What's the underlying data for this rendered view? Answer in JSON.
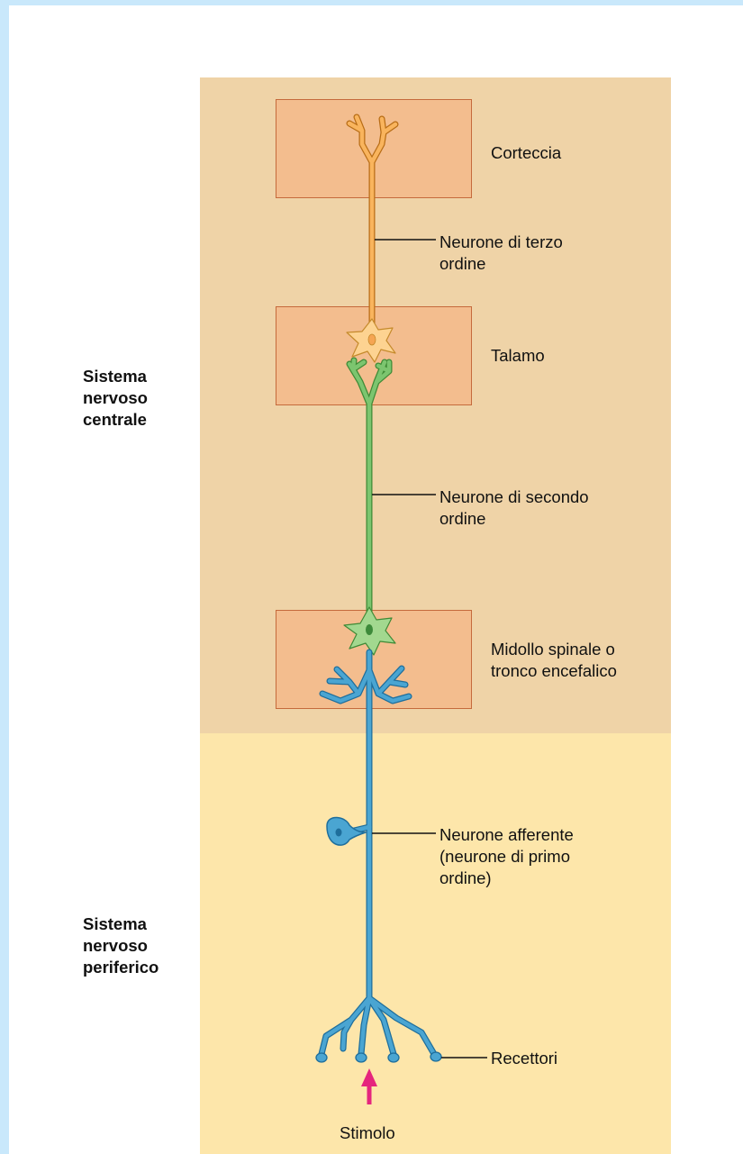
{
  "colors": {
    "page_border": "#c9e8fb",
    "cns_background": "#efd3a7",
    "pns_background": "#fde6aa",
    "region_box_fill": "#f3bd8e",
    "region_box_stroke": "#c56a3c",
    "third_order_neuron": "#f9b45d",
    "second_order_neuron": "#7cc56f",
    "first_order_neuron": "#4aa5d2",
    "stimulus_arrow": "#e5257d"
  },
  "sections": {
    "central": "Sistema\nnervoso\ncentrale",
    "peripheral": "Sistema\nnervoso\nperiferico"
  },
  "regions": {
    "cortex": "Corteccia",
    "thalamus": "Talamo",
    "spinal_cord": "Midollo spinale o\ntronco encefalico"
  },
  "neurons": {
    "third_order": "Neurone di terzo\nordine",
    "second_order": "Neurone di secondo\nordine",
    "afferent": "Neurone afferente\n(neurone di primo\nordine)"
  },
  "receptors": "Recettori",
  "stimulus": "Stimolo"
}
